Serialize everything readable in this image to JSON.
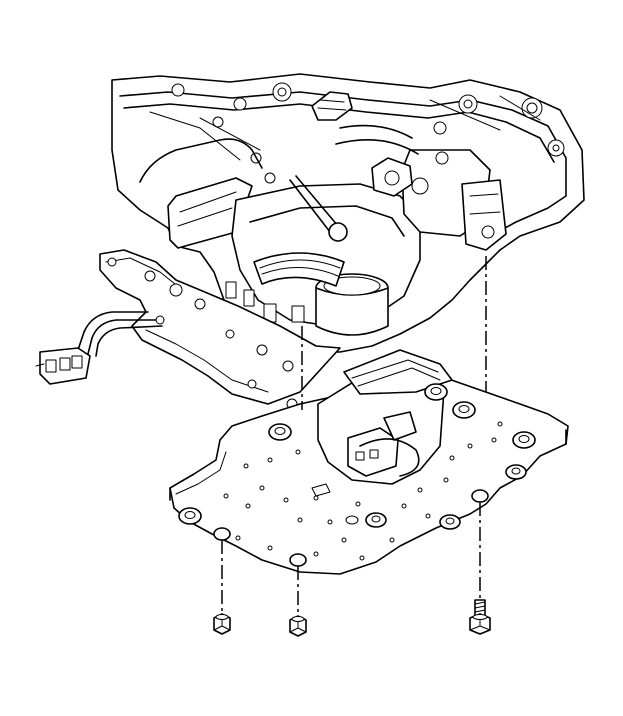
{
  "diagram": {
    "style": "line-art exploded view",
    "stroke_color": "#000000",
    "background_color": "#ffffff",
    "components": [
      "transmission-case",
      "spacer-plate-gasket",
      "valve-body-plate",
      "wiring-harness-connector",
      "bolt-left",
      "bolt-middle",
      "bolt-right"
    ]
  }
}
